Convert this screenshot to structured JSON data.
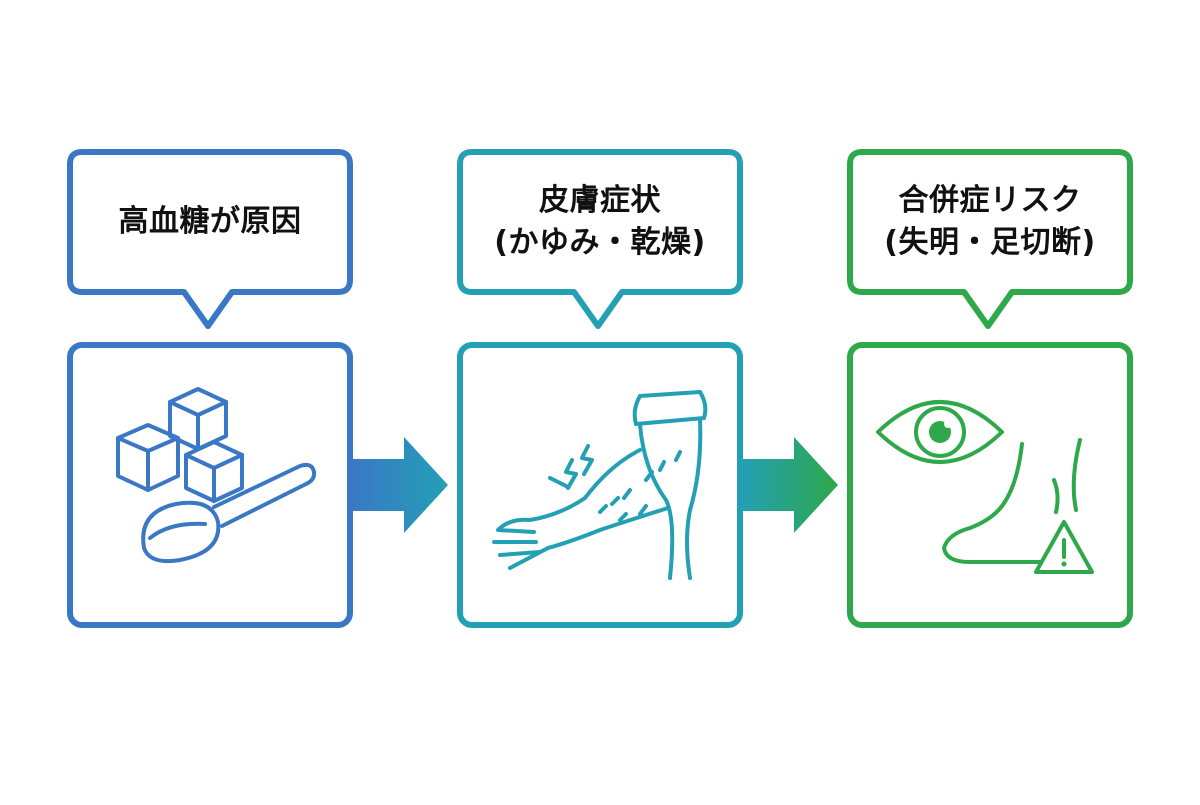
{
  "steps": [
    {
      "title": "高血糖が原因",
      "subtitle": "",
      "color": "#3a78c6",
      "icon": "sugar-cubes-spoon-icon"
    },
    {
      "title": "皮膚症状",
      "subtitle": "(かゆみ・乾燥)",
      "color": "#23a0b4",
      "icon": "itchy-arm-icon"
    },
    {
      "title": "合併症リスク",
      "subtitle": "(失明・足切断)",
      "color": "#2ea84a",
      "icon": "eye-foot-warning-icon"
    }
  ],
  "arrow_gradients": [
    {
      "from": "#3a78c6",
      "to": "#23a0b4"
    },
    {
      "from": "#23a0b4",
      "to": "#2ea84a"
    }
  ]
}
